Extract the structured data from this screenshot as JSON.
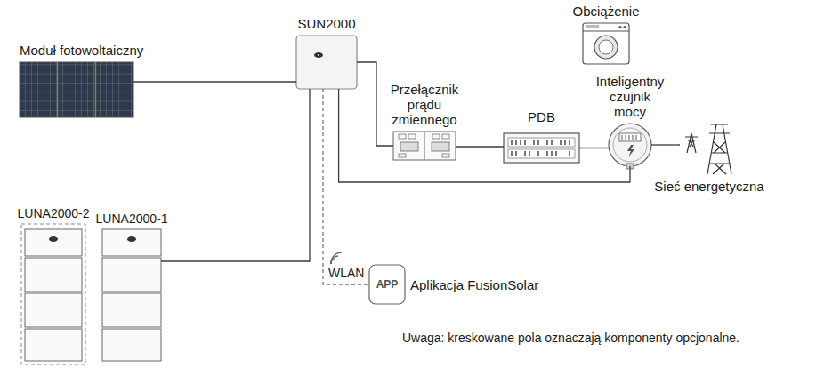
{
  "diagram": {
    "nodes": [
      {
        "text": [
          "Moduł fotowoltaiczny"
        ]
      },
      {
        "text": [
          "SUN2000"
        ]
      },
      {
        "text": [
          "Przełącznik prądu zmiennego"
        ]
      },
      {
        "text": [
          "Obciążenie"
        ]
      },
      {
        "text": [
          "PDB"
        ]
      },
      {
        "text": [
          "Inteligentny czujnik mocy"
        ]
      },
      {
        "text": [
          "Sieć energetyczna"
        ]
      },
      {
        "text": [
          "LUNA2000-1"
        ]
      },
      {
        "text": [
          "LUNA2000-2"
        ]
      },
      {
        "text": [
          "APP",
          "Aplikacja FusionSolar"
        ]
      }
    ],
    "edges": [
      {
        "from": 0,
        "to": 1,
        "arrow": "none"
      },
      {
        "from": 1,
        "to": 2,
        "arrow": "none"
      },
      {
        "from": 2,
        "to": 4,
        "arrow": "none"
      },
      {
        "from": 4,
        "to": 5,
        "arrow": "none"
      },
      {
        "from": 5,
        "to": 6,
        "arrow": "none"
      },
      {
        "from": 1,
        "to": 5,
        "arrow": "none"
      },
      {
        "from": 7,
        "to": 1,
        "arrow": "none"
      },
      {
        "from": 1,
        "to": 9,
        "label": "WLAN",
        "arrow": "none"
      }
    ],
    "labels": [
      "Uwaga: kreskowane pola oznaczają komponenty opcjonalne."
    ]
  }
}
